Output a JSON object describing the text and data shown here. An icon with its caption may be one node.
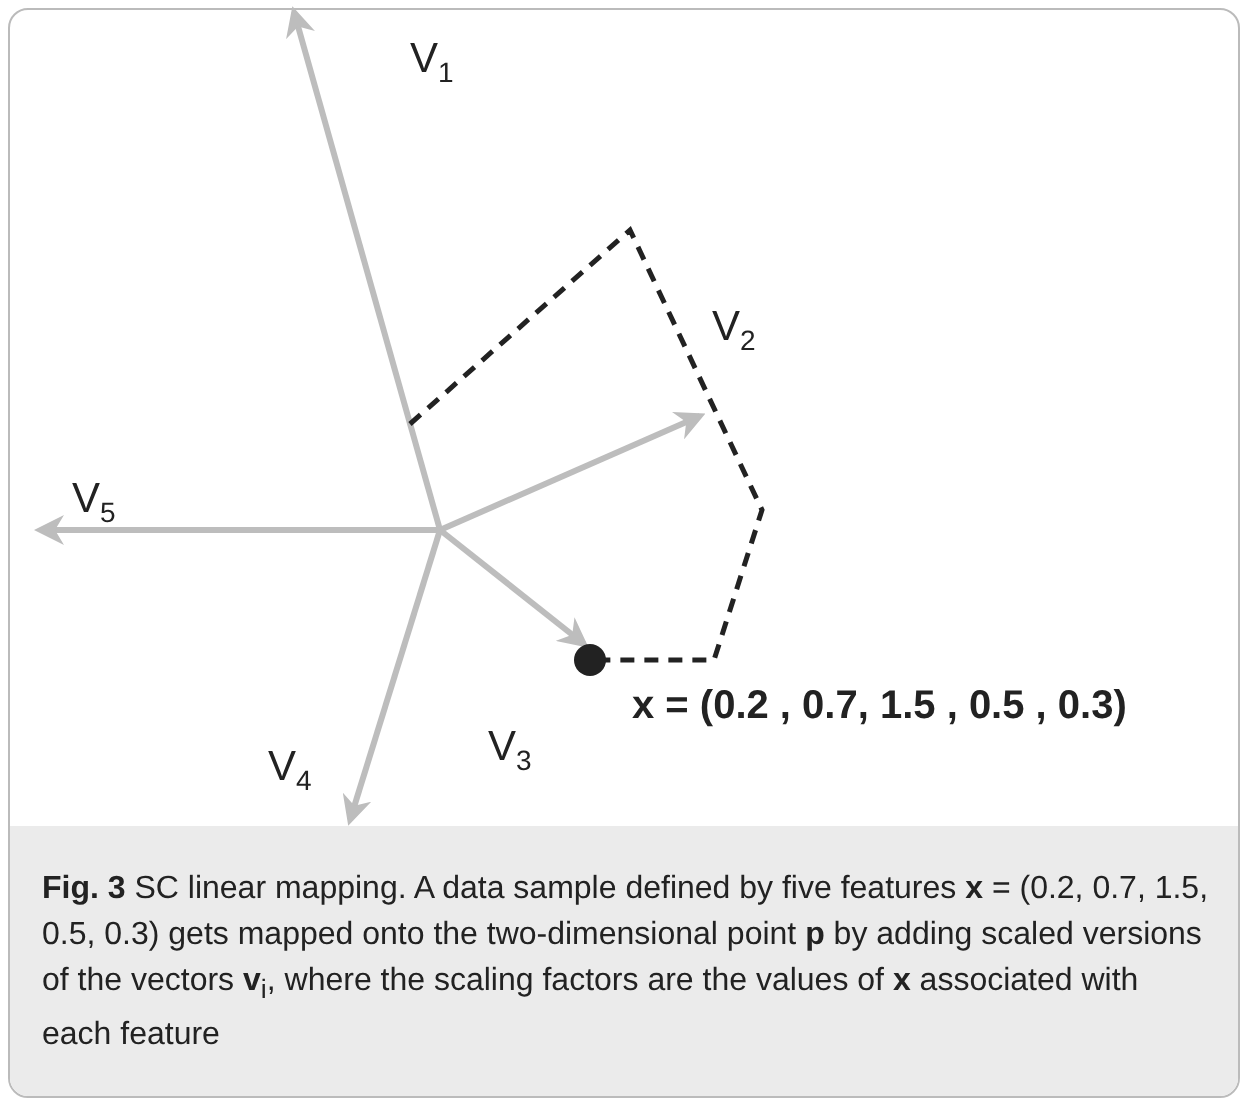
{
  "diagram": {
    "caption": "**Fig. 3** SC linear mapping. A data sample defined by five features **x** = (0.2, 0.7, 1.5, 0.5, 0.3) gets mapped onto the two-dimensional point **p** by adding scaled versions of the vectors **v**$_{i}$, where the scaling factors are the values of **x** associated with each feature",
    "labels": [
      "V$_{1}$",
      "V$_{2}$",
      "V$_{5}$",
      "V$_{3}$",
      "V$_{4}$",
      "x = (0.2 , 0.7, 1.5 , 0.5 , 0.3)"
    ]
  }
}
